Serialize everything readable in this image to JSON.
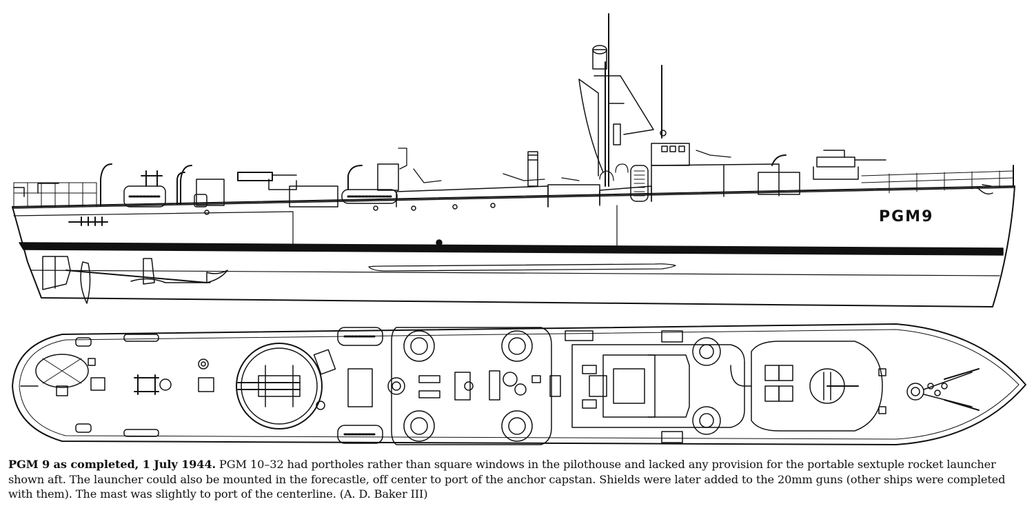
{
  "profile": {
    "hull_number": "PGM9"
  },
  "caption": {
    "lead": "PGM 9 as completed, 1 July 1944.",
    "body": " PGM 10–32 had portholes rather than square windows in the pilothouse and lacked any provision for the portable sextuple rocket launcher shown aft. The launcher could also be mounted in the forecastle, off center to port of the anchor capstan. Shields were later added to the 20mm guns (other ships were completed with them). The mast was slightly to port of the centerline. (A. D. Baker III)"
  },
  "colors": {
    "ink": "#111111",
    "paper": "#ffffff"
  }
}
